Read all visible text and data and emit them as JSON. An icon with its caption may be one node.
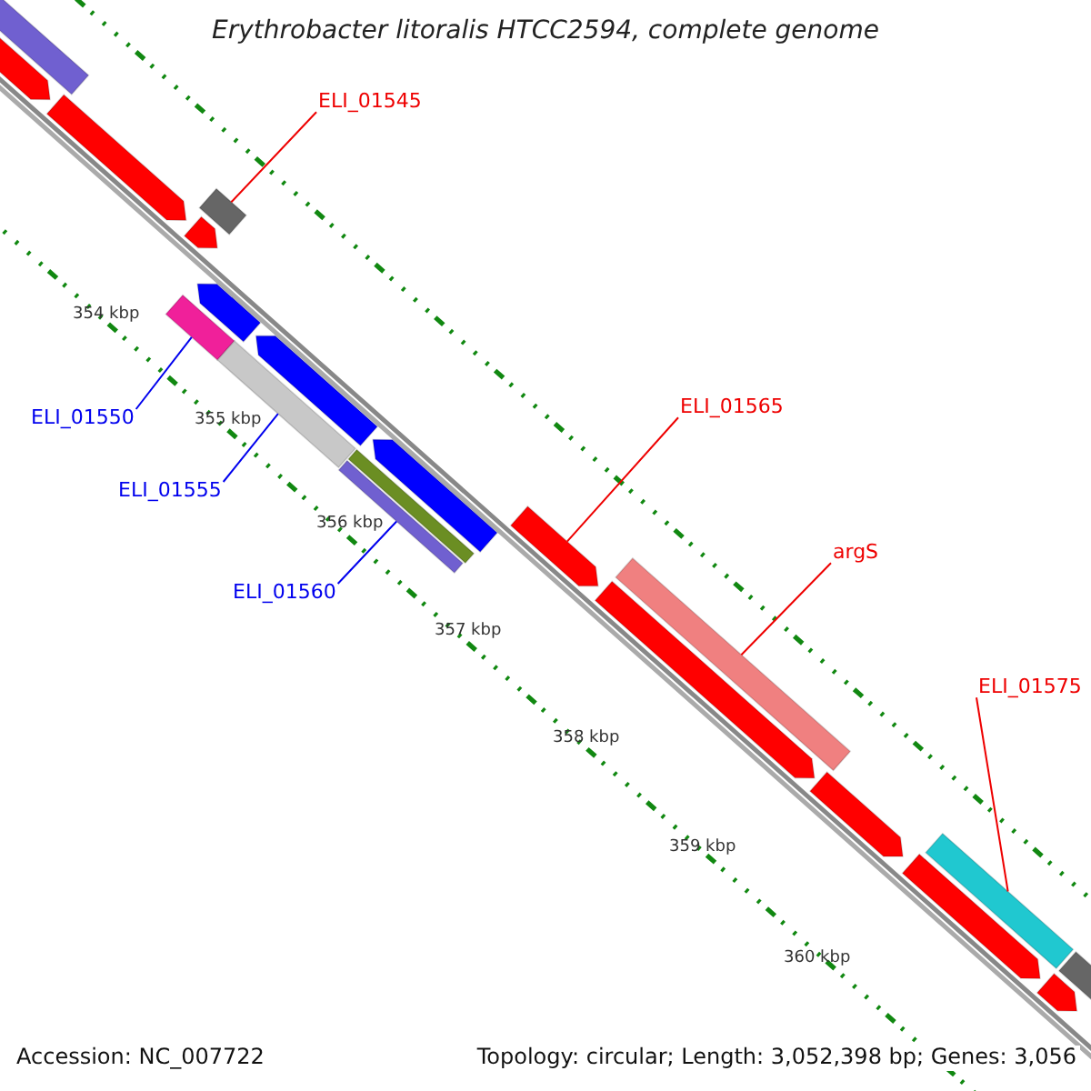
{
  "diagram": {
    "title": "Erythrobacter litoralis HTCC2594, complete genome",
    "nodes": [
      {
        "text": [
          "ELI_01545"
        ]
      },
      {
        "text": [],
        "shape": "box"
      },
      {
        "text": [
          "ELI_01550"
        ]
      },
      {
        "text": [],
        "shape": "bar"
      },
      {
        "text": [
          "ELI_01555"
        ]
      },
      {
        "text": [],
        "shape": "bar"
      },
      {
        "text": [
          "ELI_01560"
        ]
      },
      {
        "text": [],
        "shape": "bar"
      },
      {
        "text": [
          "ELI_01565"
        ]
      },
      {
        "text": [],
        "shape": "arrow"
      },
      {
        "text": [
          "argS"
        ]
      },
      {
        "text": [],
        "shape": "bar"
      },
      {
        "text": [
          "ELI_01575"
        ]
      },
      {
        "text": [],
        "shape": "bar"
      },
      {
        "text": [],
        "shape": "bar"
      },
      {
        "text": [],
        "shape": "arrow"
      },
      {
        "text": [],
        "shape": "arrow"
      },
      {
        "text": [],
        "shape": "arrow"
      },
      {
        "text": [],
        "shape": "arrow"
      },
      {
        "text": [],
        "shape": "arrow"
      },
      {
        "text": [],
        "shape": "arrow"
      },
      {
        "text": [],
        "shape": "bar"
      },
      {
        "text": [],
        "shape": "arrow"
      },
      {
        "text": [],
        "shape": "arrow"
      },
      {
        "text": [],
        "shape": "arrow"
      },
      {
        "text": [],
        "shape": "arrow"
      },
      {
        "text": [],
        "shape": "bar"
      }
    ],
    "edges": [
      {
        "from": 0,
        "to": 1,
        "arrow": "none"
      },
      {
        "from": 2,
        "to": 3,
        "arrow": "none",
        "color": "#0000ee"
      },
      {
        "from": 4,
        "to": 5,
        "arrow": "none",
        "color": "#0000ee"
      },
      {
        "from": 6,
        "to": 7,
        "arrow": "none",
        "color": "#0000ee"
      },
      {
        "from": 8,
        "to": 9,
        "arrow": "none"
      },
      {
        "from": 10,
        "to": 11,
        "arrow": "none"
      },
      {
        "from": 12,
        "to": 13,
        "arrow": "none"
      }
    ],
    "labels": [
      "354 kbp",
      "355 kbp",
      "356 kbp",
      "357 kbp",
      "358 kbp",
      "359 kbp",
      "360 kbp",
      "Accession: NC_007722",
      "Topology: circular; Length: 3,052,398 bp; Genes: 3,056"
    ]
  }
}
